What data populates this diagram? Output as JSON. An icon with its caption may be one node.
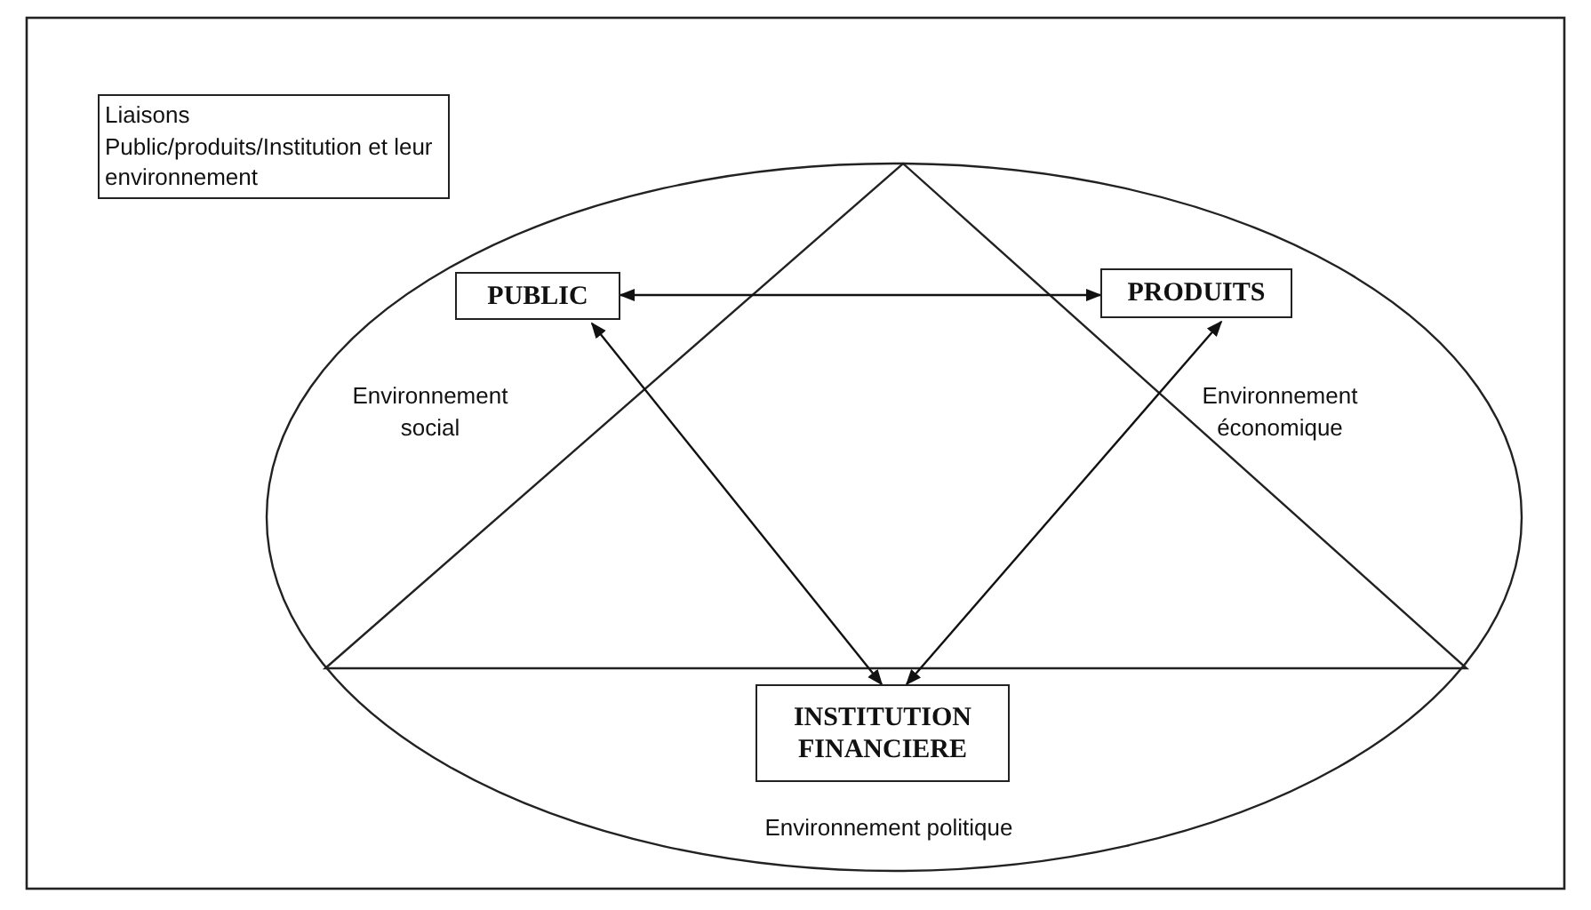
{
  "diagram": {
    "title": "Liaisons Public/produits/Institution et leur environnement",
    "nodes": [
      {
        "text": [
          "PUBLIC"
        ]
      },
      {
        "text": [
          "PRODUITS"
        ]
      },
      {
        "text": [
          "INSTITUTION FINANCIERE"
        ]
      }
    ],
    "edges": [
      {
        "from": 0,
        "to": 1,
        "arrow": "both"
      },
      {
        "from": 0,
        "to": 2,
        "arrow": "both"
      },
      {
        "from": 1,
        "to": 2,
        "arrow": "both"
      }
    ],
    "labels": [
      "Environnement social",
      "Environnement économique",
      "Environnement politique"
    ]
  }
}
